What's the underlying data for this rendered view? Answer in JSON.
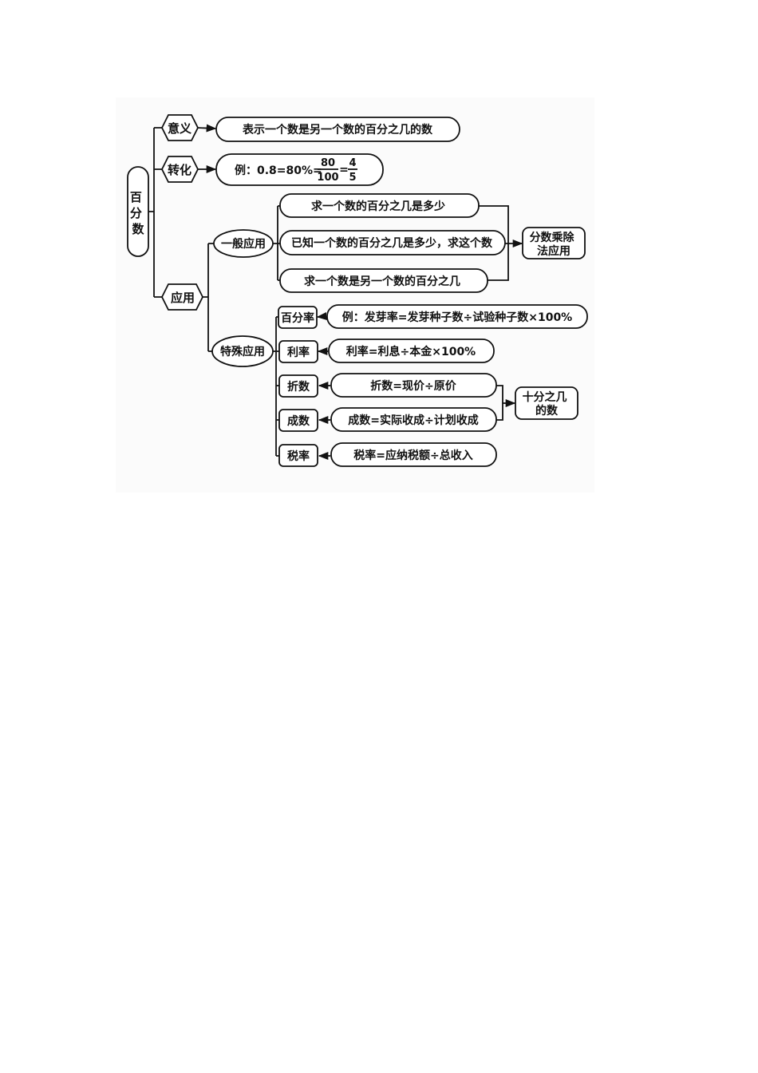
{
  "root": "百\n分\n数",
  "meaning": {
    "label": "意义",
    "text": "表示一个数是另一个数的百分之几的数"
  },
  "conversion": {
    "label": "转化",
    "prefix": "例：0.8=80%=",
    "frac1": {
      "num": "80",
      "den": "100"
    },
    "eq": "=",
    "frac2": {
      "num": "4",
      "den": "5"
    }
  },
  "application": {
    "label": "应用",
    "general": {
      "label": "一般应用",
      "items": [
        "求一个数的百分之几是多少",
        "已知一个数的百分之几是多少，求这个数",
        "求一个数是另一个数的百分之几"
      ],
      "result": "分数乘除\n法应用"
    },
    "special": {
      "label": "特殊应用",
      "items": [
        {
          "name": "百分率",
          "formula": "例：发芽率=发芽种子数÷试验种子数×100%"
        },
        {
          "name": "利率",
          "formula": "利率=利息÷本金×100%"
        },
        {
          "name": "折数",
          "formula": "折数=现价÷原价"
        },
        {
          "name": "成数",
          "formula": "成数=实际收成÷计划收成"
        },
        {
          "name": "税率",
          "formula": "税率=应纳税额÷总收入"
        }
      ],
      "result": "十分之几\n的数"
    }
  }
}
